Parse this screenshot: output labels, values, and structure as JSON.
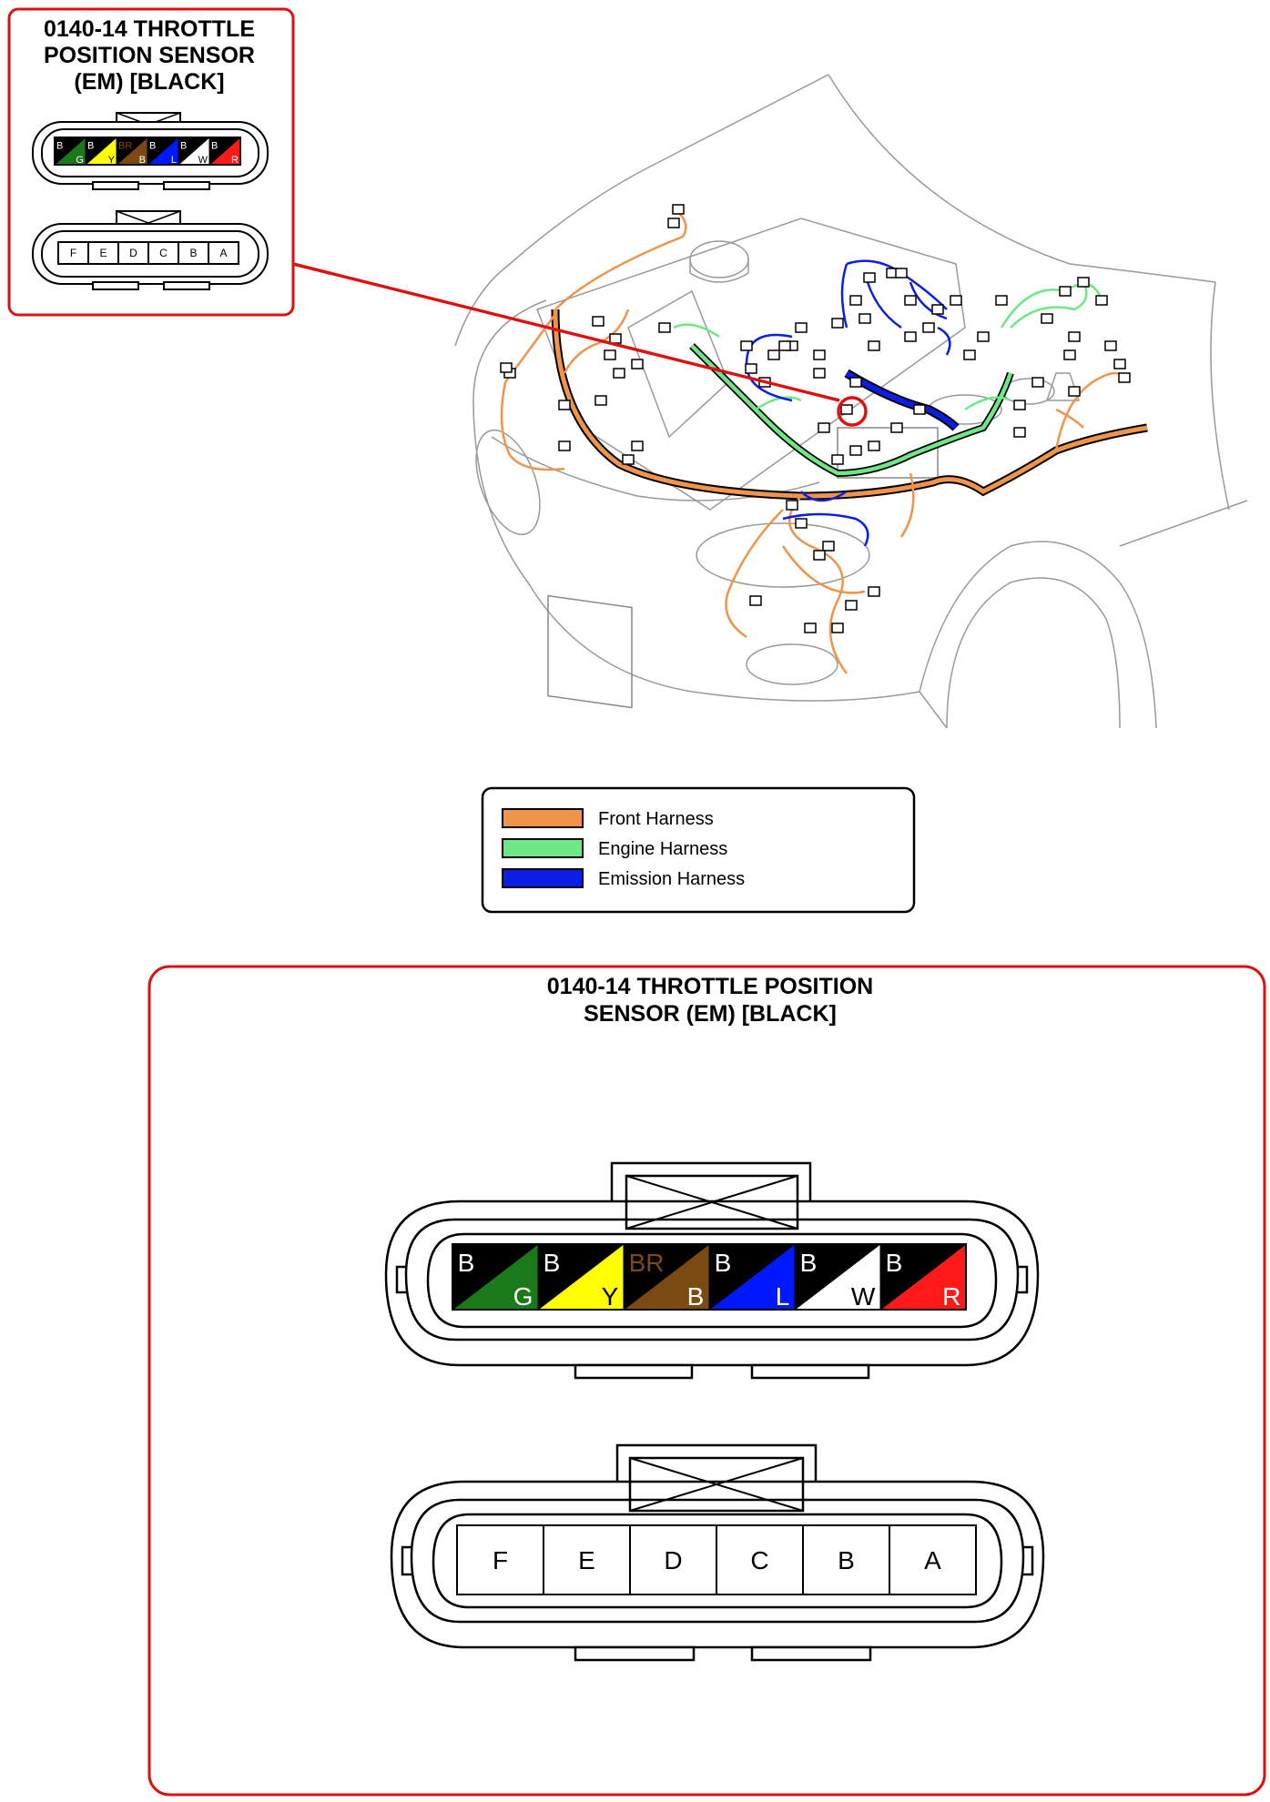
{
  "connector": {
    "title_lines": [
      "0140-14 THROTTLE",
      "POSITION SENSOR",
      "(EM) [BLACK]"
    ],
    "title_lines_large": [
      "0140-14 THROTTLE POSITION",
      "SENSOR (EM) [BLACK]"
    ],
    "wire_colors": [
      {
        "top": "B",
        "bottom": "G",
        "color": "#1a7a1a",
        "text_color": "#ffffff"
      },
      {
        "top": "B",
        "bottom": "Y",
        "color": "#ffff00",
        "text_color": "#000000"
      },
      {
        "top": "BR",
        "bottom": "B",
        "color": "#7b4a12",
        "text_color": "#ffffff"
      },
      {
        "top": "B",
        "bottom": "L",
        "color": "#0018ff",
        "text_color": "#ffffff"
      },
      {
        "top": "B",
        "bottom": "W",
        "color": "#ffffff",
        "text_color": "#000000"
      },
      {
        "top": "B",
        "bottom": "R",
        "color": "#ff1a1a",
        "text_color": "#ffffff"
      }
    ],
    "pins": [
      "F",
      "E",
      "D",
      "C",
      "B",
      "A"
    ]
  },
  "legend": {
    "items": [
      {
        "label": "Front Harness",
        "color": "#f0944a"
      },
      {
        "label": "Engine Harness",
        "color": "#6ee887"
      },
      {
        "label": "Emission Harness",
        "color": "#0a1ee6"
      }
    ]
  },
  "colors": {
    "callout_border": "#e01010",
    "front_harness": "#f0944a",
    "engine_harness": "#6ee887",
    "emission_harness": "#0a1ee6"
  }
}
